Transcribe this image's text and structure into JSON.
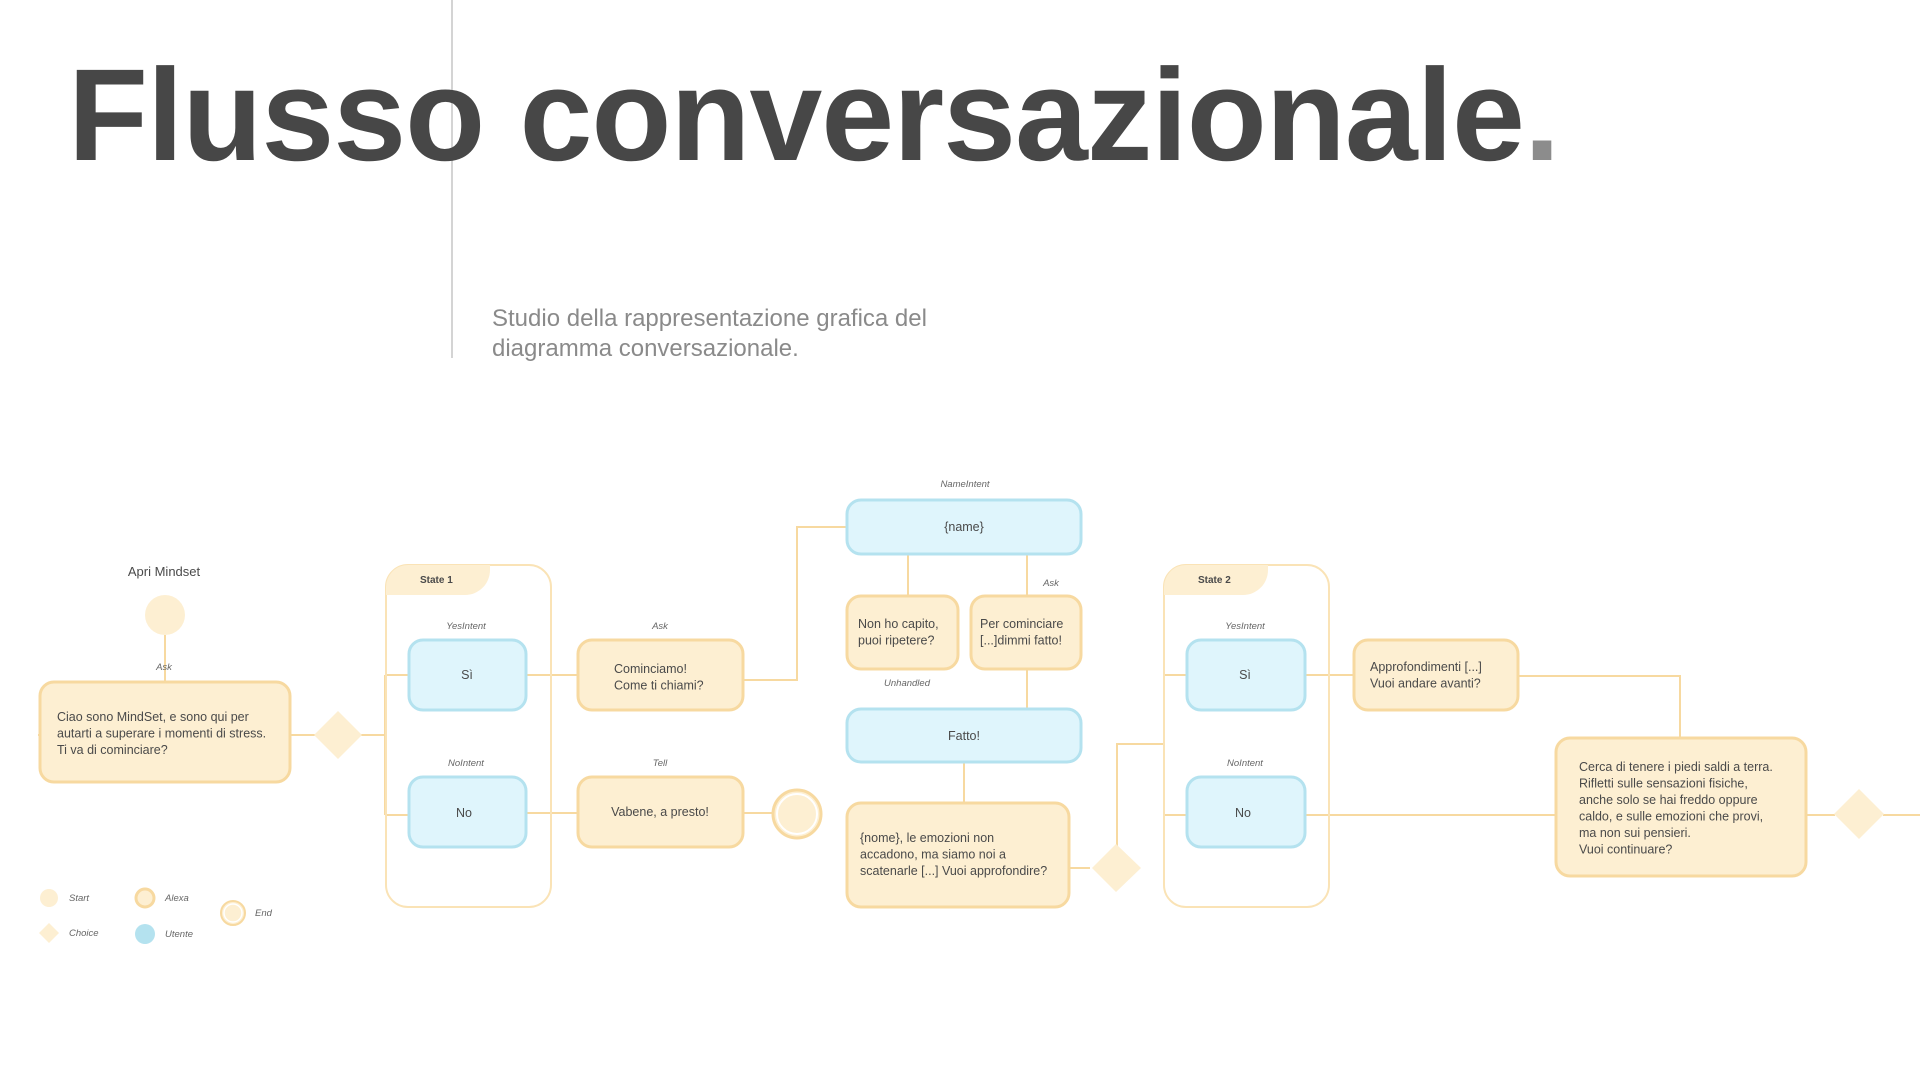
{
  "title": "Flusso conversazionale",
  "title_dot": ".",
  "subtitle": "Studio della rappresentazione grafica del diagramma conversazionale.",
  "colors": {
    "alexa_fill": "#fdefd2",
    "alexa_stroke": "#f7d9a0",
    "user_fill": "#dff5fc",
    "user_stroke": "#b4e2ef",
    "line": "#f7d9a0",
    "text": "#474747"
  },
  "diagram": {
    "start_label": "Apri Mindset",
    "intro_tag": "Ask",
    "intro_text": [
      "Ciao sono MindSet, e sono qui per",
      "autarti a superare i momenti di stress.",
      "Ti va di cominciare?"
    ],
    "state1": {
      "title": "State 1",
      "yes_intent": "YesIntent",
      "yes_label": "Sì",
      "no_intent": "NoIntent",
      "no_label": "No"
    },
    "ask2_tag": "Ask",
    "ask2_text": [
      "Cominciamo!",
      "Come ti chiami?"
    ],
    "tell_tag": "Tell",
    "tell_text": "Vabene, a presto!",
    "name_intent": "NameIntent",
    "name_label": "{name}",
    "unhandled_text": [
      "Non ho capito,",
      "puoi ripetere?"
    ],
    "unhandled_tag": "Unhandled",
    "ask3_tag": "Ask",
    "ask3_text": [
      "Per cominciare",
      "[...]dimmi fatto!"
    ],
    "fatto_label": "Fatto!",
    "nome_text": [
      "{nome}, le emozioni non",
      "accadono, ma siamo noi a",
      "scatenarle [...] Vuoi approfondire?"
    ],
    "state2": {
      "title": "State 2",
      "yes_intent": "YesIntent",
      "yes_label": "Sì",
      "no_intent": "NoIntent",
      "no_label": "No"
    },
    "approf_text": [
      "Approfondimenti [...]",
      "Vuoi andare avanti?"
    ],
    "cerca_text": [
      "Cerca di tenere i piedi saldi a terra.",
      "Rifletti sulle sensazioni fisiche,",
      "anche solo se hai freddo oppure",
      "caldo, e sulle emozioni che provi,",
      "ma non sui pensieri.",
      "Vuoi continuare?"
    ]
  },
  "legend": {
    "start": "Start",
    "alexa": "Alexa",
    "end": "End",
    "choice": "Choice",
    "utente": "Utente"
  }
}
